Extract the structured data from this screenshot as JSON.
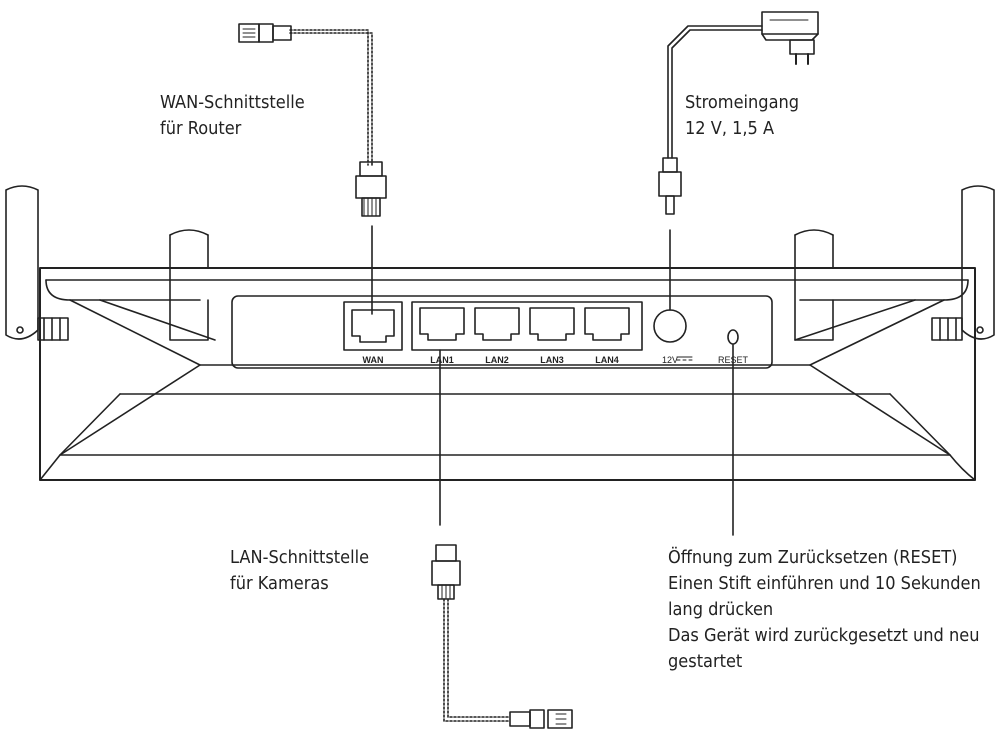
{
  "callouts": {
    "wan": {
      "line1": "WAN-Schnittstelle",
      "line2": "für Router"
    },
    "power": {
      "line1": "Stromeingang",
      "line2": "12 V, 1,5 A"
    },
    "lan": {
      "line1": "LAN-Schnittstelle",
      "line2": "für Kameras"
    },
    "reset": {
      "line1": "Öffnung zum Zurücksetzen (RESET)",
      "line2": "Einen Stift einführen und 10 Sekunden",
      "line3": "lang drücken",
      "line4": "Das Gerät wird zurückgesetzt und neu",
      "line5": "gestartet"
    }
  },
  "ports": {
    "wan": "WAN",
    "lan1": "LAN1",
    "lan2": "LAN2",
    "lan3": "LAN3",
    "lan4": "LAN4",
    "power": "12V",
    "reset": "RESET"
  },
  "colors": {
    "stroke": "#222222",
    "background": "#ffffff"
  }
}
